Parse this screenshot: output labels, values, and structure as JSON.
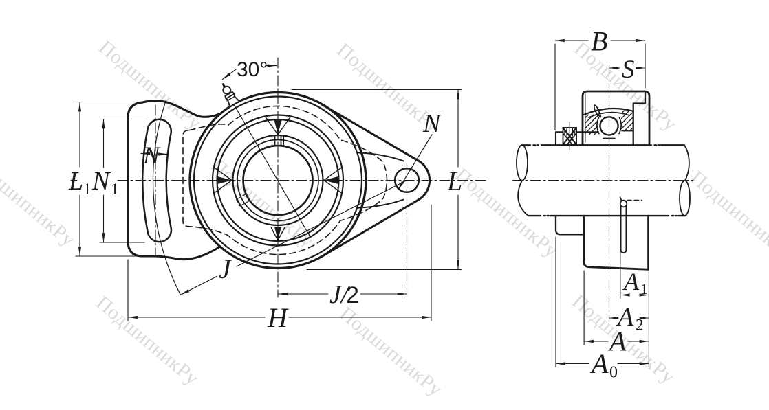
{
  "document": {
    "kind": "bearing unit technical drawing",
    "views": [
      "front view of flange housing",
      "side section view on shaft"
    ]
  },
  "watermark": {
    "text": "ПодшипникРу"
  },
  "front_view": {
    "labels": {
      "angle": "30°",
      "slot_width": "N",
      "tab_height_main": "L",
      "tab_height_sub": "1",
      "slot_length_main": "N",
      "slot_length_sub": "1",
      "bolt_distance": "J",
      "hole_diameter": "N",
      "housing_height": "L",
      "half_bolt_distance_main": "J/",
      "half_bolt_distance_digit": "2",
      "overall_width": "H"
    }
  },
  "side_view": {
    "labels": {
      "unit_width": "B",
      "setscrew_offset": "S",
      "a1_main": "A",
      "a1_sub": "1",
      "a2_main": "A",
      "a2_sub": "2",
      "a_main": "A",
      "a0_main": "A",
      "a0_sub": "0"
    }
  },
  "colors": {
    "ink": "#1b1b1b",
    "background": "#ffffff",
    "watermark": "rgba(0,0,0,0.15)"
  }
}
